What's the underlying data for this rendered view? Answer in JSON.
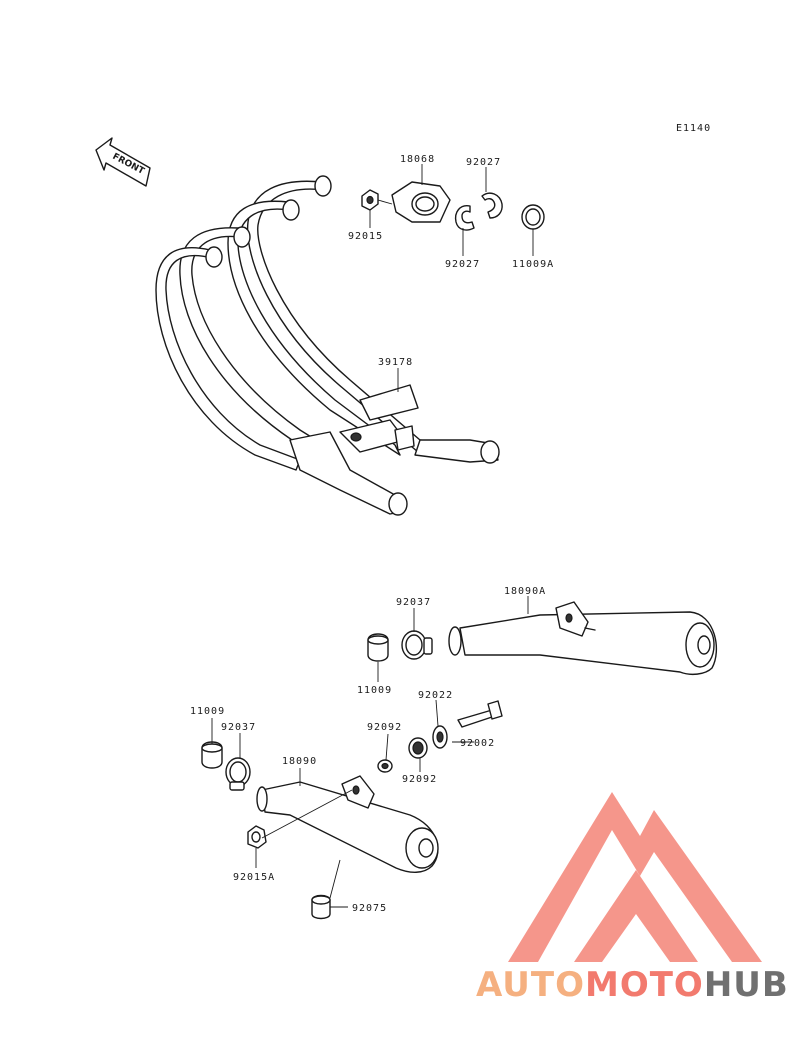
{
  "diagram_code": "E1140",
  "front_label": "FRONT",
  "parts": {
    "gasket_holder": "18068",
    "cotter_upper": "92027",
    "cotter_lower": "92027",
    "nut_header": "92015",
    "gasket_ring": "11009A",
    "header_pipes": "39178",
    "muffler_right": "18090A",
    "clamp_right": "92037",
    "gasket_right": "11009",
    "washer": "92022",
    "bolt": "92002",
    "collar_a": "92092",
    "collar_b": "92092",
    "gasket_left": "11009",
    "clamp_left": "92037",
    "muffler_left": "18090",
    "nut_muffler": "92015A",
    "damper": "92075"
  },
  "watermark": {
    "text_a": "AUTO",
    "text_b": "MOTO",
    "text_c": "HUB",
    "color_a": "#f5b080",
    "color_b": "#f27a6e",
    "color_c": "#707070",
    "logo_color": "#f26b5b"
  }
}
